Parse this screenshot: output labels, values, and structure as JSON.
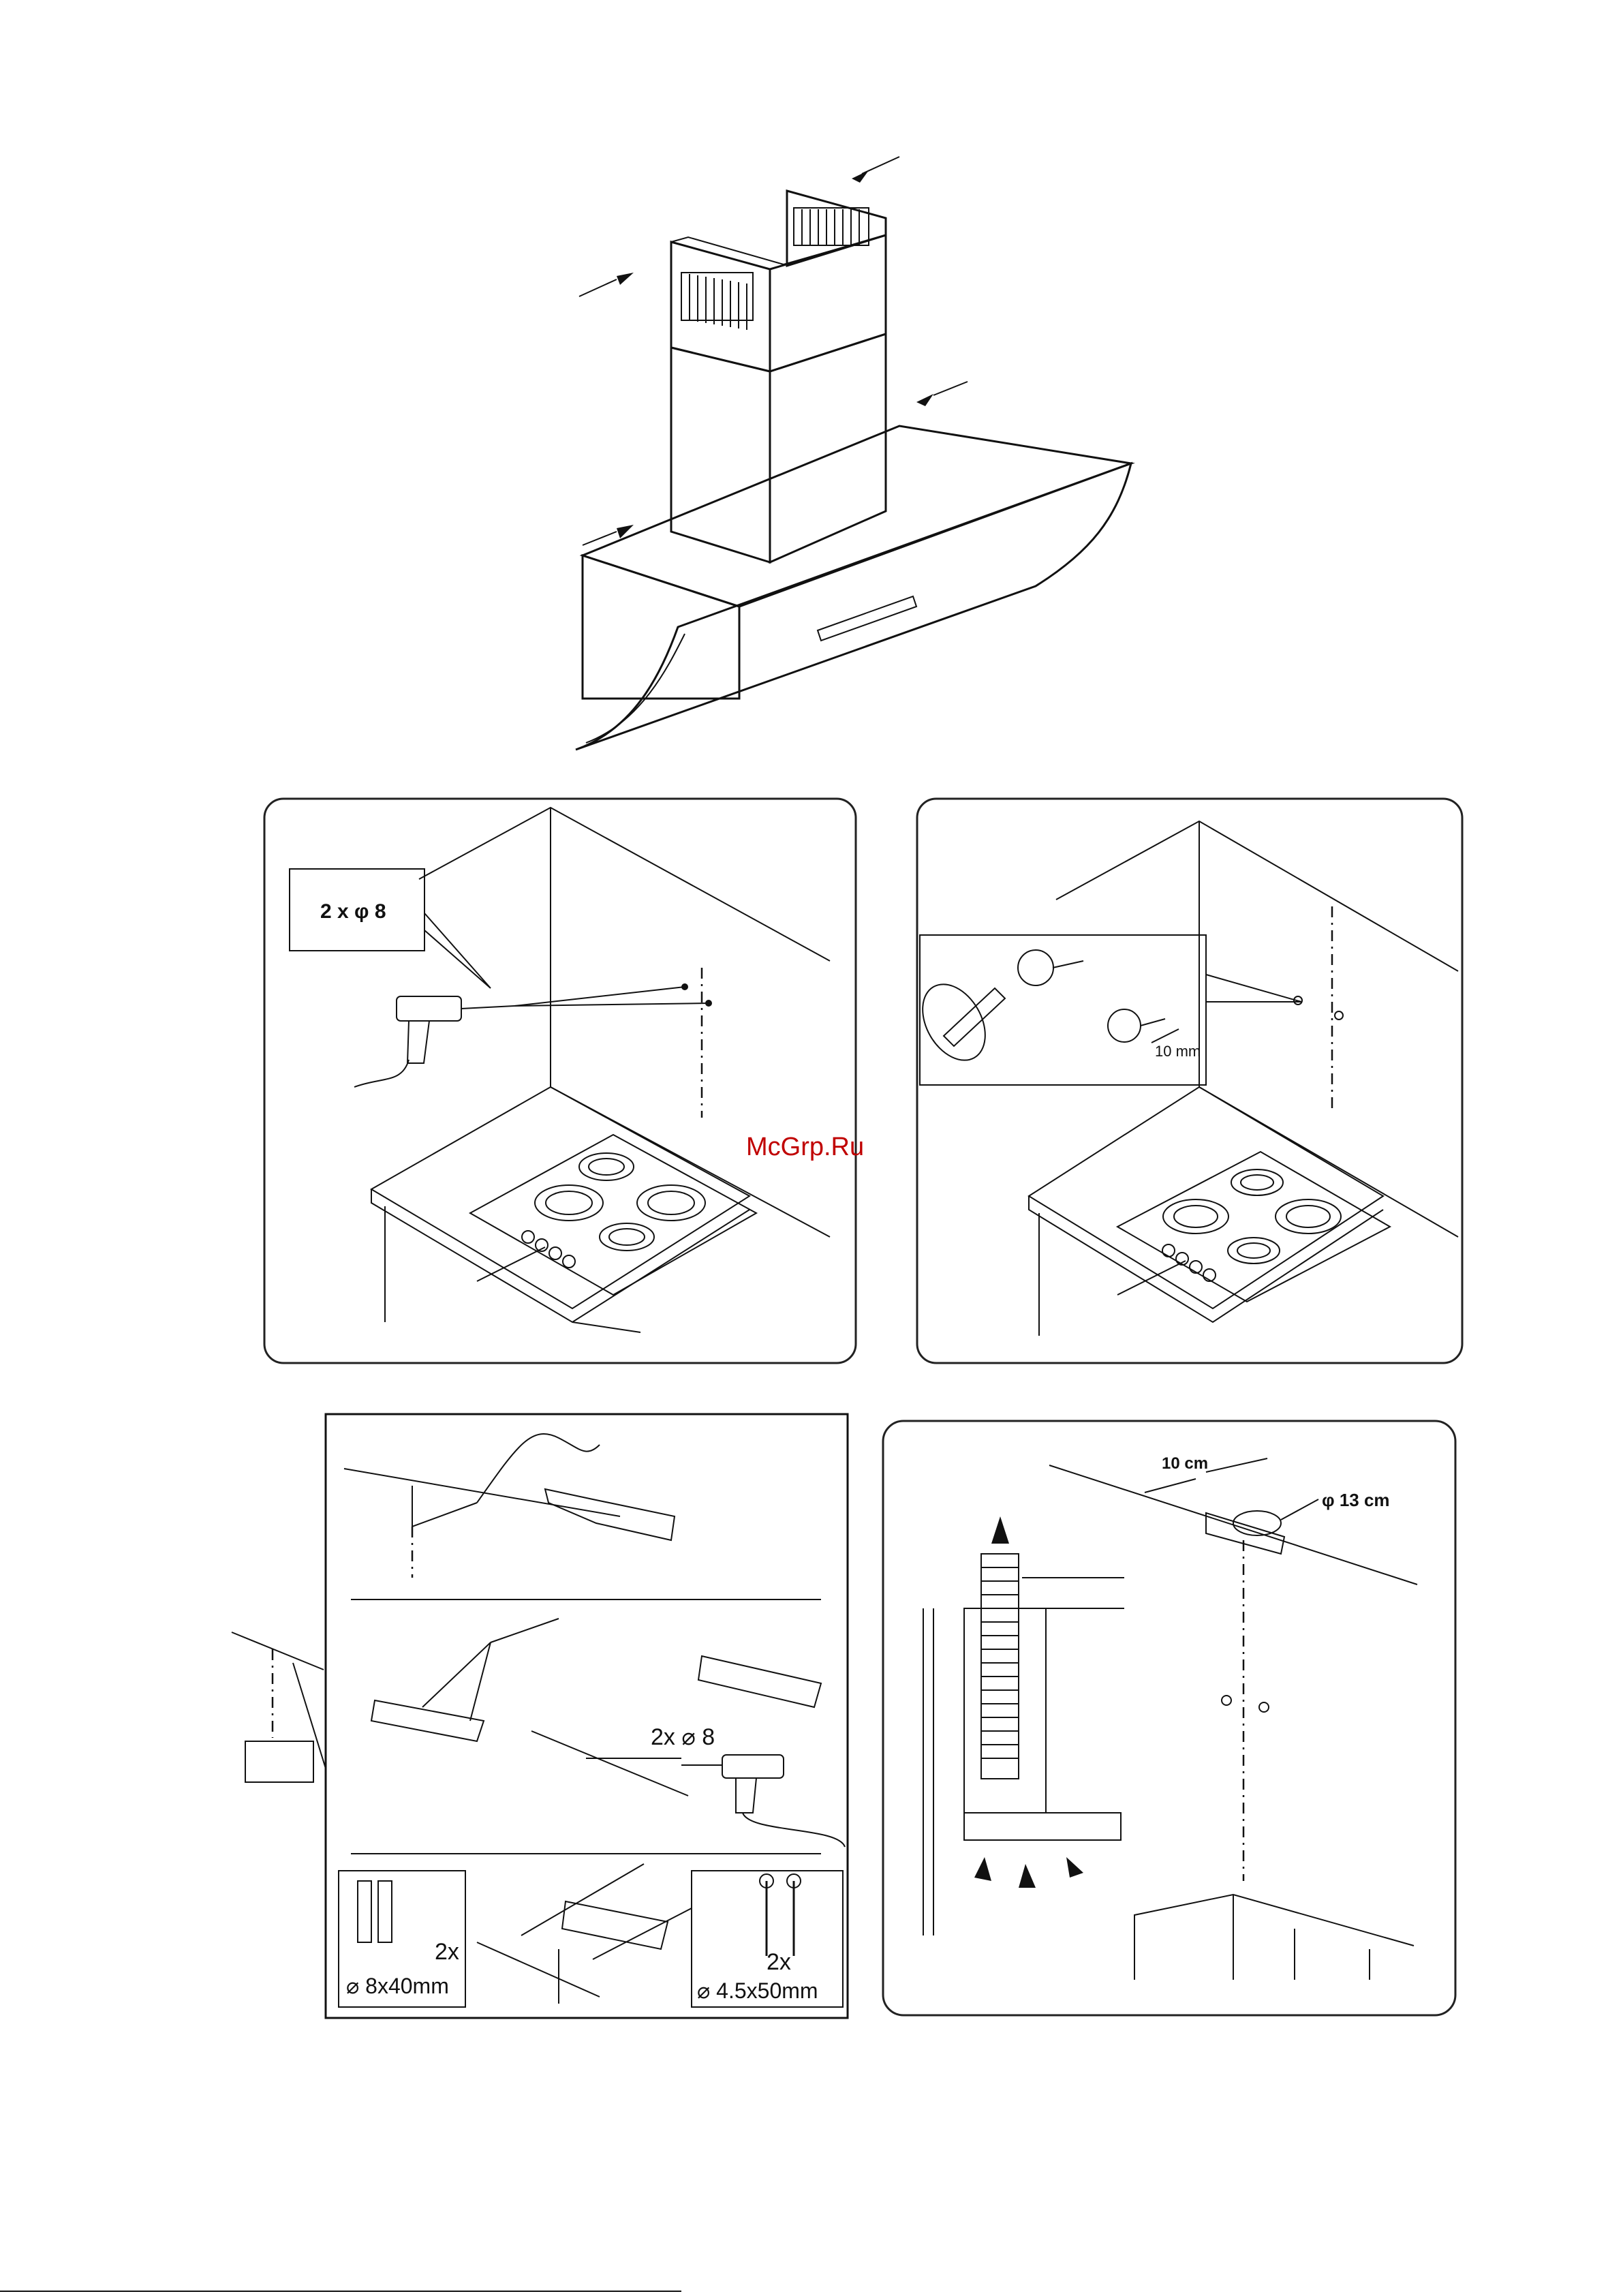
{
  "watermark": "McGrp.Ru",
  "panel_drill": {
    "callout": "2 x φ 8"
  },
  "panel_screws": {
    "gap": "10 mm"
  },
  "panel_bracket": {
    "drill_label": "2x ⌀ 8",
    "plugs_count": "2x",
    "plugs_size": "⌀ 8x40mm",
    "screws_count": "2x",
    "screws_size": "⌀ 4.5x50mm"
  },
  "panel_duct": {
    "spacing": "10 cm",
    "diameter": "φ 13 cm"
  }
}
